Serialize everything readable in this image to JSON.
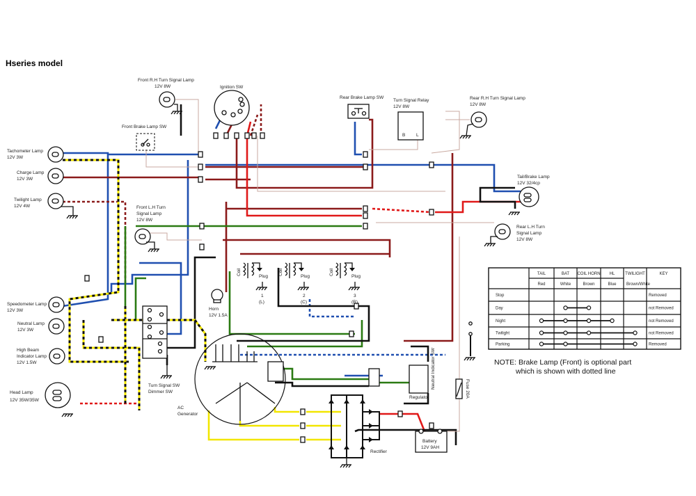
{
  "title": "Hseries model",
  "components": {
    "front_rh_turn": [
      "Front R.H Turn Signal Lamp",
      "12V 8W"
    ],
    "ignition_sw": "Ignition SW",
    "front_brake_sw": "Front Brake Lamp SW",
    "rear_brake_sw": "Rear Brake Lamp SW",
    "turn_relay": [
      "Turn Signal Relay",
      "12V 8W"
    ],
    "relay_terminals": [
      "B",
      "L"
    ],
    "rear_rh_turn": [
      "Rear R.H Turn Signal Lamp",
      "12V 8W"
    ],
    "tail_brake": [
      "Tail/Brake Lamp",
      "12V 32/4cp"
    ],
    "rear_lh_turn": [
      "Rear L.H Turn",
      "Signal Lamp",
      "12V 8W"
    ],
    "tachometer": [
      "Tachometer Lamp",
      "12V 3W"
    ],
    "charge": [
      "Charge Lamp",
      "12V 3W"
    ],
    "twilight": [
      "Twilight Lamp",
      "12V 4W"
    ],
    "front_lh_turn": [
      "Front L.H Turn",
      "Signal Lamp",
      "12V 8W"
    ],
    "speedometer": [
      "Speedometer Lamp",
      "12V 3W"
    ],
    "neutral": [
      "Neutral Lamp",
      "12V 3W"
    ],
    "high_beam": [
      "High Beam",
      "Indicator Lamp",
      "12V 1.5W"
    ],
    "head": [
      "Head Lamp",
      "12V 35W/35W"
    ],
    "horn": [
      "Horn",
      "12V 1.5A"
    ],
    "coil": "Coil",
    "plug": "Plug",
    "plugs": [
      [
        "1",
        "(L)"
      ],
      [
        "2",
        "(C)"
      ],
      [
        "3",
        "(R)"
      ]
    ],
    "turn_dimmer": [
      "Turn Signal SW",
      "Dimmer SW"
    ],
    "generator": [
      "AC",
      "Generator"
    ],
    "regulator": "Regulator",
    "rectifier": "Rectifier",
    "battery": [
      "Battery",
      "12V 9AH"
    ],
    "fuse": "Fuse 20A",
    "neutral_sw": "Neutral Indicator SW"
  },
  "table": {
    "headers": [
      "",
      "TAIL",
      "BAT",
      "COIL HORN",
      "HL",
      "TWILIGHT",
      "KEY"
    ],
    "colors": [
      "",
      "Red",
      "White",
      "Brown",
      "Blue",
      "Brown/White",
      ""
    ],
    "rows": [
      {
        "label": "Stop",
        "key": "Removed",
        "connect": []
      },
      {
        "label": "Day",
        "key": "not Removed",
        "connect": [
          2,
          3
        ]
      },
      {
        "label": "Night",
        "key": "not Removed",
        "connect": [
          1,
          2,
          3,
          4
        ]
      },
      {
        "label": "Twilight",
        "key": "not Removed",
        "connect": [
          1,
          2,
          3,
          5
        ]
      },
      {
        "label": "Parking",
        "key": "Removed",
        "connect": [
          1,
          2,
          5
        ]
      }
    ]
  },
  "note": [
    "NOTE: Brake Lamp (Front) is optional part",
    "which is shown with dotted line"
  ]
}
